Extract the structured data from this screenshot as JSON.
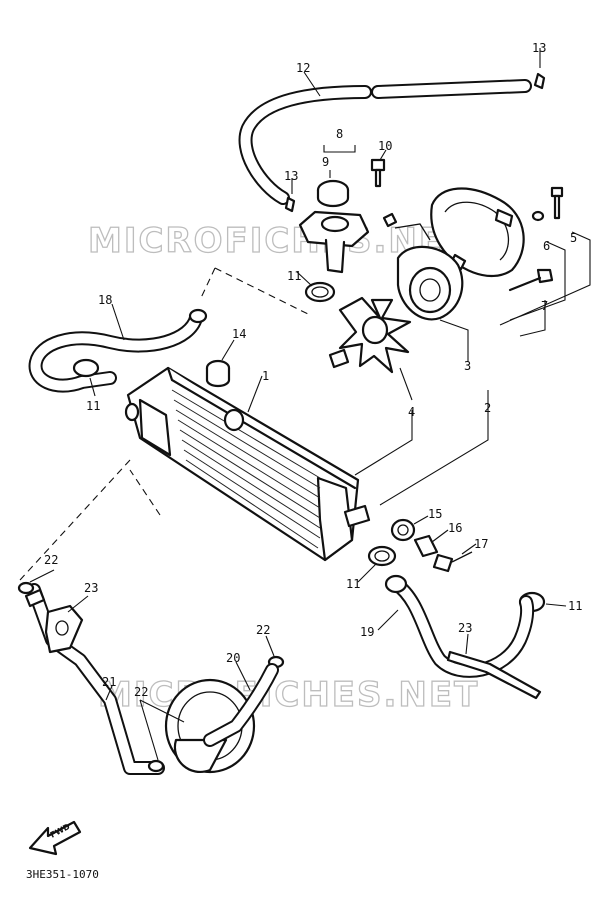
{
  "watermark": "MICROFICHES.NET",
  "part_code": "3HE351-1070",
  "fwd_label": "FWD",
  "callouts": {
    "p1": "1",
    "p2": "2",
    "p3": "3",
    "p4": "4",
    "p5": "5",
    "p6": "6",
    "p7": "7",
    "p8": "8",
    "p9": "9",
    "p10": "10",
    "p11a": "11",
    "p11b": "11",
    "p11c": "11",
    "p11d": "11",
    "p12": "12",
    "p13a": "13",
    "p13b": "13",
    "p14": "14",
    "p15": "15",
    "p16": "16",
    "p17": "17",
    "p18": "18",
    "p19": "19",
    "p20": "20",
    "p21": "21",
    "p22a": "22",
    "p22b": "22",
    "p22c": "22",
    "p23a": "23",
    "p23b": "23"
  }
}
